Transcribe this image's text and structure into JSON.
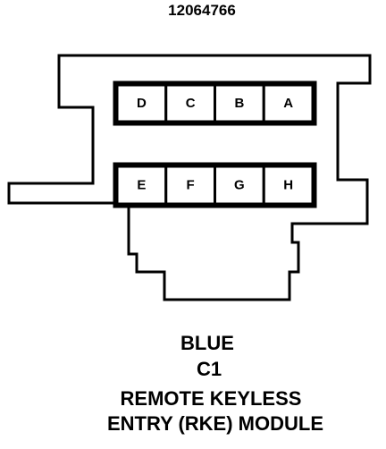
{
  "part_number": "12064766",
  "connector": {
    "color": "BLUE",
    "id": "C1",
    "name_line1": "REMOTE KEYLESS",
    "name_line2": "ENTRY (RKE) MODULE",
    "top_row_pins": [
      "D",
      "C",
      "B",
      "A"
    ],
    "bottom_row_pins": [
      "E",
      "F",
      "G",
      "H"
    ]
  },
  "colors": {
    "line": "#000000",
    "background": "#ffffff"
  }
}
